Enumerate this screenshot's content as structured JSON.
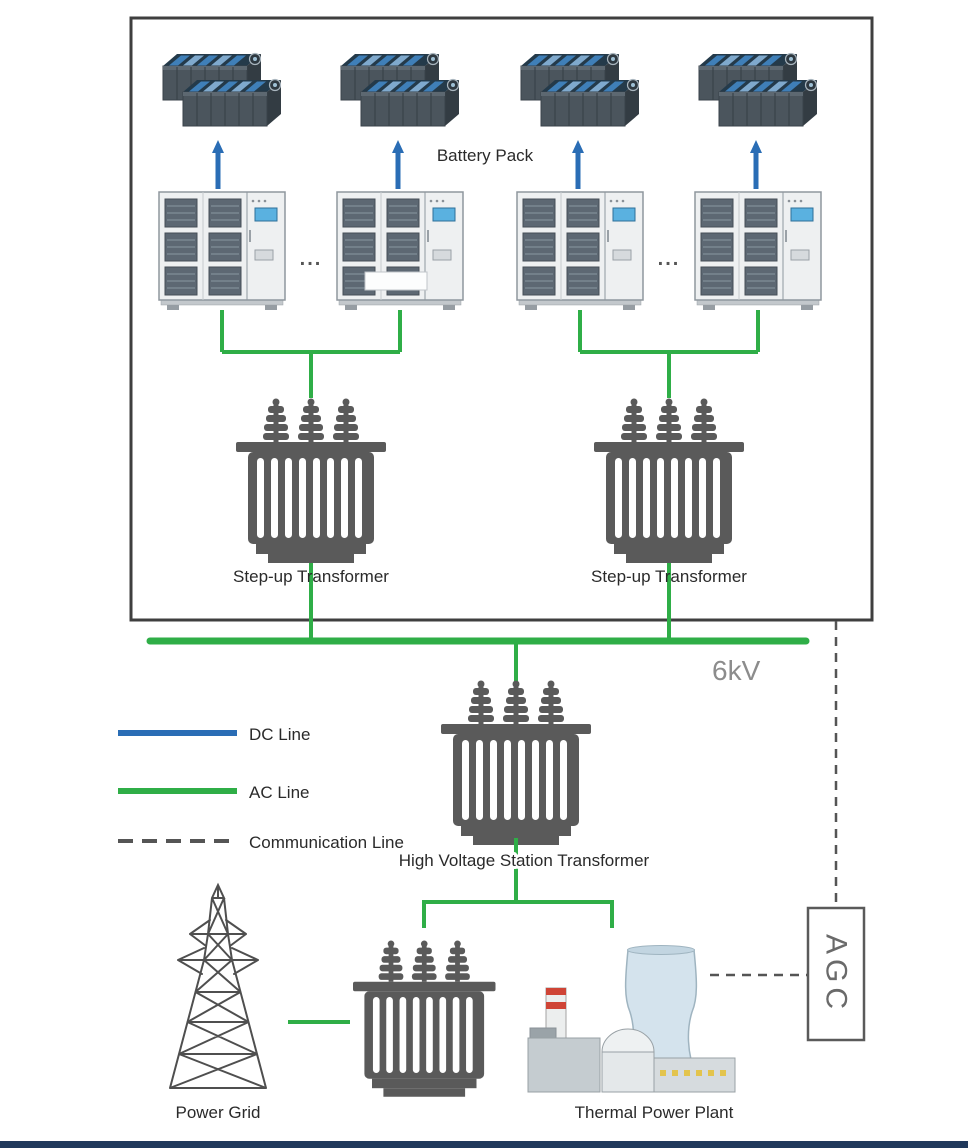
{
  "diagram": {
    "labels": {
      "battery_pack": "Battery Pack",
      "step_up_transformer_left": "Step-up Transformer",
      "step_up_transformer_right": "Step-up Transformer",
      "bus_voltage": "6kV",
      "hv_station_transformer": "High Voltage Station Transformer",
      "power_grid": "Power Grid",
      "thermal_power_plant": "Thermal Power Plant",
      "agc": "AGC",
      "ellipsis_left": "...",
      "ellipsis_right": "..."
    },
    "legend": [
      {
        "label": "DC Line",
        "style": "solid",
        "color": "#2a6db5"
      },
      {
        "label": "AC Line",
        "style": "solid",
        "color": "#2fae47"
      },
      {
        "label": "Communication Line",
        "style": "dashed",
        "color": "#555555"
      }
    ]
  },
  "colors": {
    "dc_line": "#2a6db5",
    "ac_line": "#2fae47",
    "comm_line": "#555555",
    "transformer_gray": "#5a5a5a",
    "label_text": "#2a2a2a",
    "bus_label_gray": "#8c8c8c",
    "cabinet_fill": "#eef0f1",
    "battery_dark": "#4b555d",
    "bottom_banner": "#20395c"
  }
}
